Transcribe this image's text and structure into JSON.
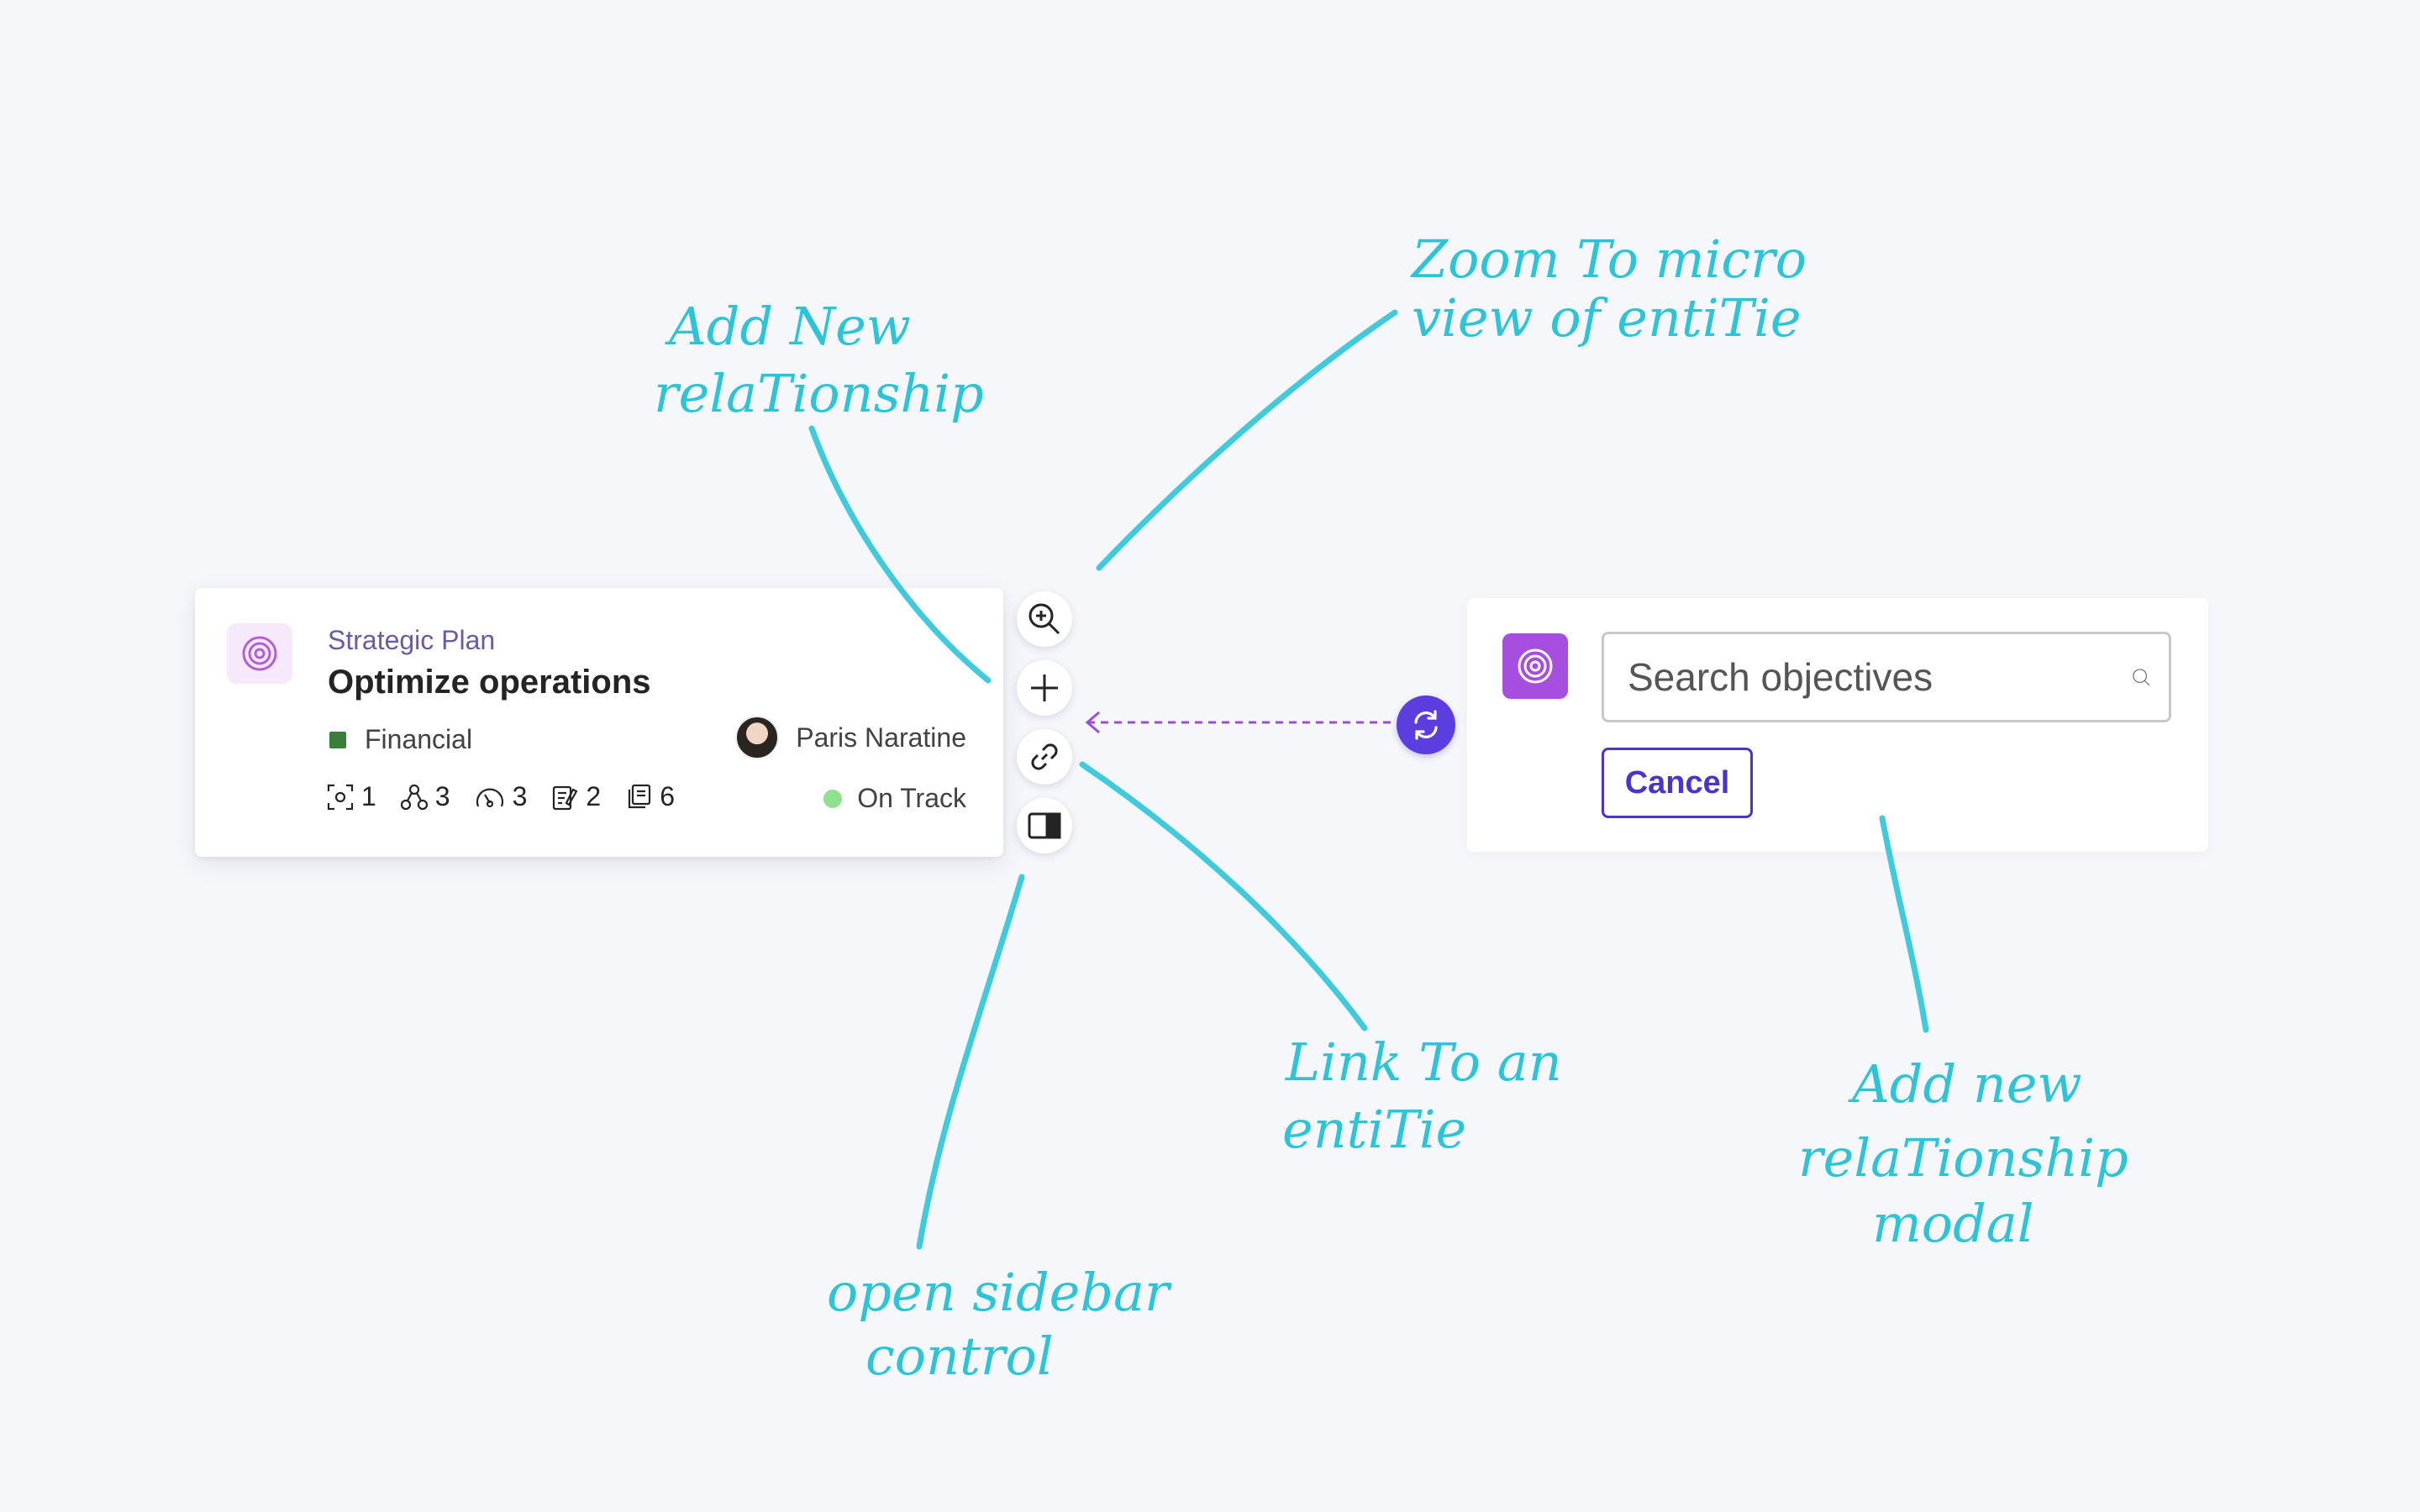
{
  "card": {
    "subtitle": "Strategic Plan",
    "title": "Optimize operations",
    "category": "Financial",
    "category_color": "#3b7d3b",
    "owner": "Paris Naratine",
    "status": "On Track",
    "status_color": "#8fe08f",
    "icon": "target-icon",
    "stats": [
      {
        "icon": "focus-icon",
        "value": "1"
      },
      {
        "icon": "hierarchy-icon",
        "value": "3"
      },
      {
        "icon": "gauge-icon",
        "value": "3"
      },
      {
        "icon": "task-icon",
        "value": "2"
      },
      {
        "icon": "documents-icon",
        "value": "6"
      }
    ]
  },
  "toolbar": {
    "zoom_icon": "zoom-in-icon",
    "add_icon": "plus-icon",
    "link_icon": "link-icon",
    "sidebar_icon": "sidebar-icon"
  },
  "connector": {
    "color": "#9b4ed6",
    "sync_icon": "sync-icon"
  },
  "modal": {
    "icon": "target-icon",
    "search_placeholder": "Search objectives",
    "cancel_label": "Cancel"
  },
  "annotations": {
    "zoom": [
      "Zoom To micro",
      "view of entiTie"
    ],
    "add": [
      "Add New",
      "relaTionship"
    ],
    "link": [
      "Link To an",
      "entiTie"
    ],
    "sidebar": [
      "open sidebar",
      "control"
    ],
    "modal": [
      "Add new",
      "relaTionship",
      "modal"
    ],
    "color": "#2ec4d8"
  }
}
